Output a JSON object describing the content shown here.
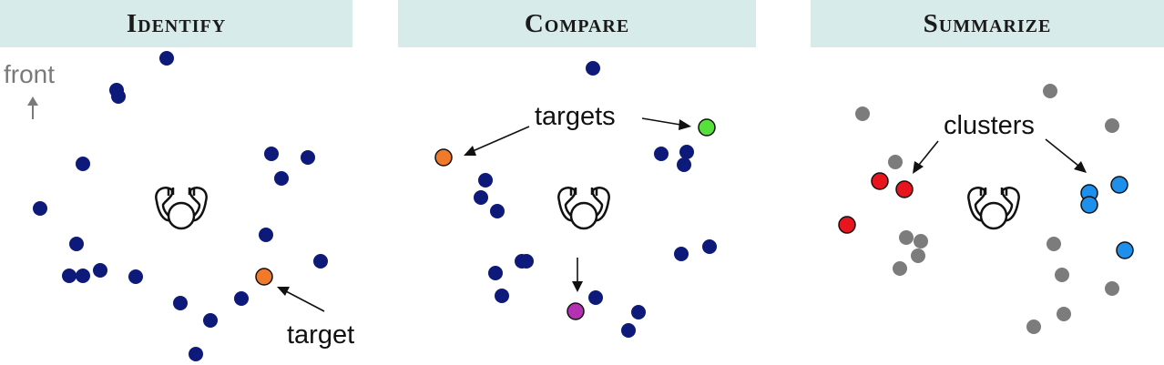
{
  "panels": [
    {
      "title": "Identify",
      "front_label": "front",
      "annotations": [
        "target"
      ]
    },
    {
      "title": "Compare",
      "annotations": [
        "targets"
      ]
    },
    {
      "title": "Summarize",
      "annotations": [
        "clusters"
      ]
    }
  ],
  "icons": {
    "observer": "person-top-down-icon",
    "front_arrow": "arrow-up-icon"
  },
  "colors": {
    "distractor": "#0d1a7a",
    "target_orange": "#f07a2a",
    "target_green": "#55e03c",
    "target_purple": "#b232b2",
    "cluster_red": "#e8141e",
    "cluster_blue": "#1e90ec",
    "neutral_gray": "#7c7c7c",
    "header_bg": "#d7ecea"
  }
}
